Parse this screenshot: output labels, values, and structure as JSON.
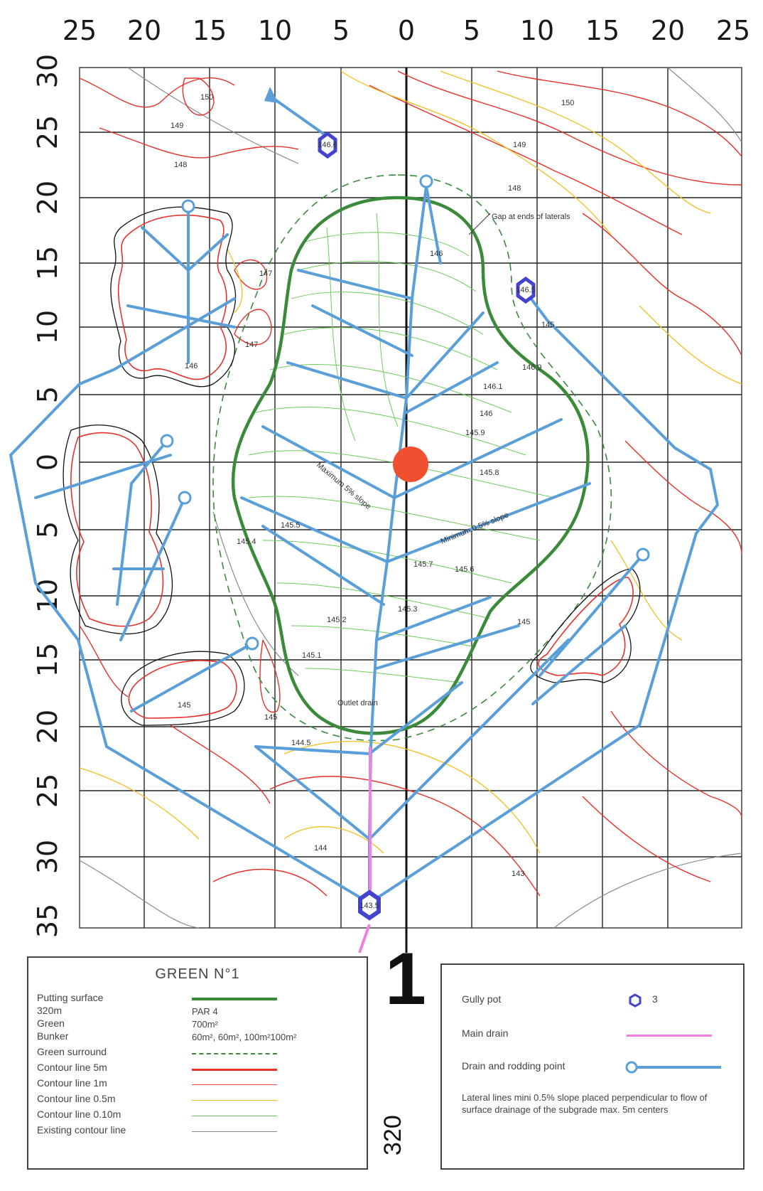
{
  "axes": {
    "top_labels": [
      "25",
      "20",
      "15",
      "10",
      "5",
      "0",
      "5",
      "10",
      "15",
      "20",
      "25"
    ],
    "left_labels": [
      "30",
      "25",
      "20",
      "15",
      "10",
      "5",
      "0",
      "5",
      "10",
      "15",
      "20",
      "25",
      "30",
      "35"
    ]
  },
  "contour_labels": [
    "150",
    "150",
    "149",
    "149",
    "148",
    "148",
    "147",
    "147",
    "146",
    "146",
    "145",
    "146.9",
    "146.1",
    "146",
    "145.9",
    "145.8",
    "145.7",
    "145.6",
    "145.5",
    "145.4",
    "145.3",
    "145.2",
    "145.1",
    "145",
    "144.5",
    "144",
    "145",
    "145",
    "143"
  ],
  "pit_labels": [
    "146.6",
    "146.5",
    "143.5"
  ],
  "annotations": {
    "gap": "Gap at ends of laterals",
    "slope_max": "Maximum 5% slope",
    "slope_min": "Minimum 0.5% slope",
    "outlet": "Outlet drain"
  },
  "green_number": "1",
  "yardage": "320",
  "legend": {
    "title": "GREEN N°1",
    "rows": [
      {
        "label": "Putting surface",
        "value": ""
      },
      {
        "label": "320m",
        "value": "PAR 4"
      },
      {
        "label": "Green",
        "value": "700m²"
      },
      {
        "label": "Bunker",
        "value": "60m², 60m², 100m²100m²"
      },
      {
        "label": "Green surround",
        "value": ""
      },
      {
        "label": "Contour line 5m",
        "value": ""
      },
      {
        "label": "Contour line 1m",
        "value": ""
      },
      {
        "label": "Contour line 0.5m",
        "value": ""
      },
      {
        "label": "Contour line 0.10m",
        "value": ""
      },
      {
        "label": "Existing contour line",
        "value": ""
      }
    ]
  },
  "legend_right": {
    "gully_pot": "Gully pot",
    "gully_count": "3",
    "main_drain": "Main drain",
    "drain_rodding": "Drain and rodding point",
    "note": "Lateral lines mini 0.5% slope placed perpendicular to flow of surface drainage of the subgrade max. 5m centers"
  },
  "colors": {
    "putting_surface": "#3a8a3a",
    "contour_5m": "#e8302a",
    "contour_1m": "#f05050",
    "contour_05m": "#f0c020",
    "contour_010m": "#6ccb5a",
    "existing": "#8a8a8a",
    "drain": "#5a9fd8",
    "main_drain": "#f080e0",
    "gully": "#4444cc",
    "pin": "#f05030"
  }
}
